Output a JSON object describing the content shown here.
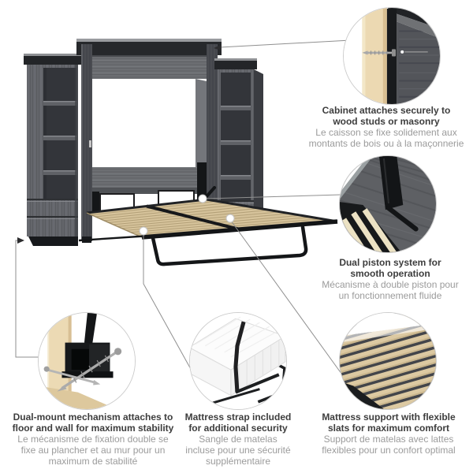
{
  "figure": {
    "type": "product-feature-infographic",
    "subject": "queen murphy bed open with two side bookcases",
    "background": "#ffffff",
    "colors": {
      "cabinet_gray": "#64666b",
      "trim_black": "#232528",
      "slat_wood": "#d6c39b",
      "stud_wood": "#ecd9b2",
      "leader_line": "#8f8f8f",
      "text_en": "#3d3d3d",
      "text_fr": "#9b9b9b",
      "circle_border": "#cdcdcd"
    }
  },
  "callouts": [
    {
      "id": "cabinet-attachment",
      "icon": "wood-stud-anchor-photo",
      "en": [
        "Cabinet attaches securely to",
        "wood studs or masonry"
      ],
      "fr": [
        "Le caisson se fixe solidement aux",
        "montants de bois ou à la maçonnerie"
      ]
    },
    {
      "id": "dual-piston",
      "icon": "piston-mechanism-photo",
      "en": [
        "Dual piston system for",
        "smooth operation"
      ],
      "fr": [
        "Mécanisme à double piston pour",
        "un fonctionnement fluide"
      ]
    },
    {
      "id": "dual-mount",
      "icon": "floor-wall-mount-photo",
      "en": [
        "Dual-mount mechanism attaches to",
        "floor and wall for maximum stability"
      ],
      "fr": [
        "Le mécanisme de fixation double se",
        "fixe au plancher et au mur pour un",
        "maximum de stabilité"
      ]
    },
    {
      "id": "mattress-strap",
      "icon": "mattress-strap-photo",
      "en": [
        "Mattress strap included",
        "for additional security"
      ],
      "fr": [
        "Sangle de matelas",
        "incluse pour une sécurité",
        "supplémentaire"
      ]
    },
    {
      "id": "flexible-slats",
      "icon": "flexible-slats-photo",
      "en": [
        "Mattress support with flexible",
        "slats for maximum comfort"
      ],
      "fr": [
        "Support de matelas avec lattes",
        "flexibles pour un confort optimal"
      ]
    }
  ]
}
